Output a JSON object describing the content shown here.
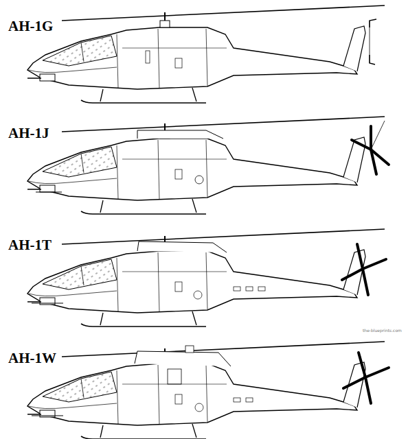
{
  "diagram": {
    "labels": [
      "AH-1G",
      "AH-1J",
      "AH-1T",
      "AH-1W",
      "the-blueprints.com"
    ]
  }
}
